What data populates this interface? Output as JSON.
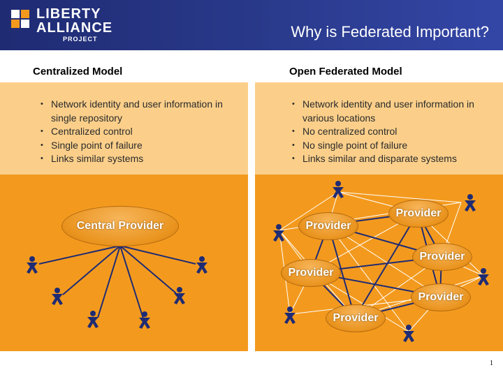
{
  "header": {
    "logo_line1": "LIBERTY",
    "logo_line2": "ALLIANCE",
    "logo_line3": "PROJECT",
    "title": "Why is Federated Important?",
    "colors": {
      "bar": "#26337f",
      "square_white": "#ffffff",
      "square_orange": "#f39a1e"
    }
  },
  "centralized": {
    "heading": "Centralized Model",
    "bullets": [
      "Network identity and user information in single repository",
      "Centralized control",
      "Single point of failure",
      "Links similar systems"
    ],
    "provider_label": "Central Provider"
  },
  "federated": {
    "heading": "Open Federated Model",
    "bullets": [
      "Network identity and user information in various locations",
      "No centralized control",
      "No single point of failure",
      "Links similar and disparate systems"
    ],
    "provider_labels": [
      "Provider",
      "Provider",
      "Provider",
      "Provider",
      "Provider",
      "Provider"
    ]
  },
  "colors": {
    "panel_light": "#fbcf8a",
    "panel_dark": "#f39a1e",
    "lines": "#1f2b73",
    "people": "#1f2b73"
  },
  "icons": {
    "person": "person-icon"
  },
  "page_number": "1"
}
